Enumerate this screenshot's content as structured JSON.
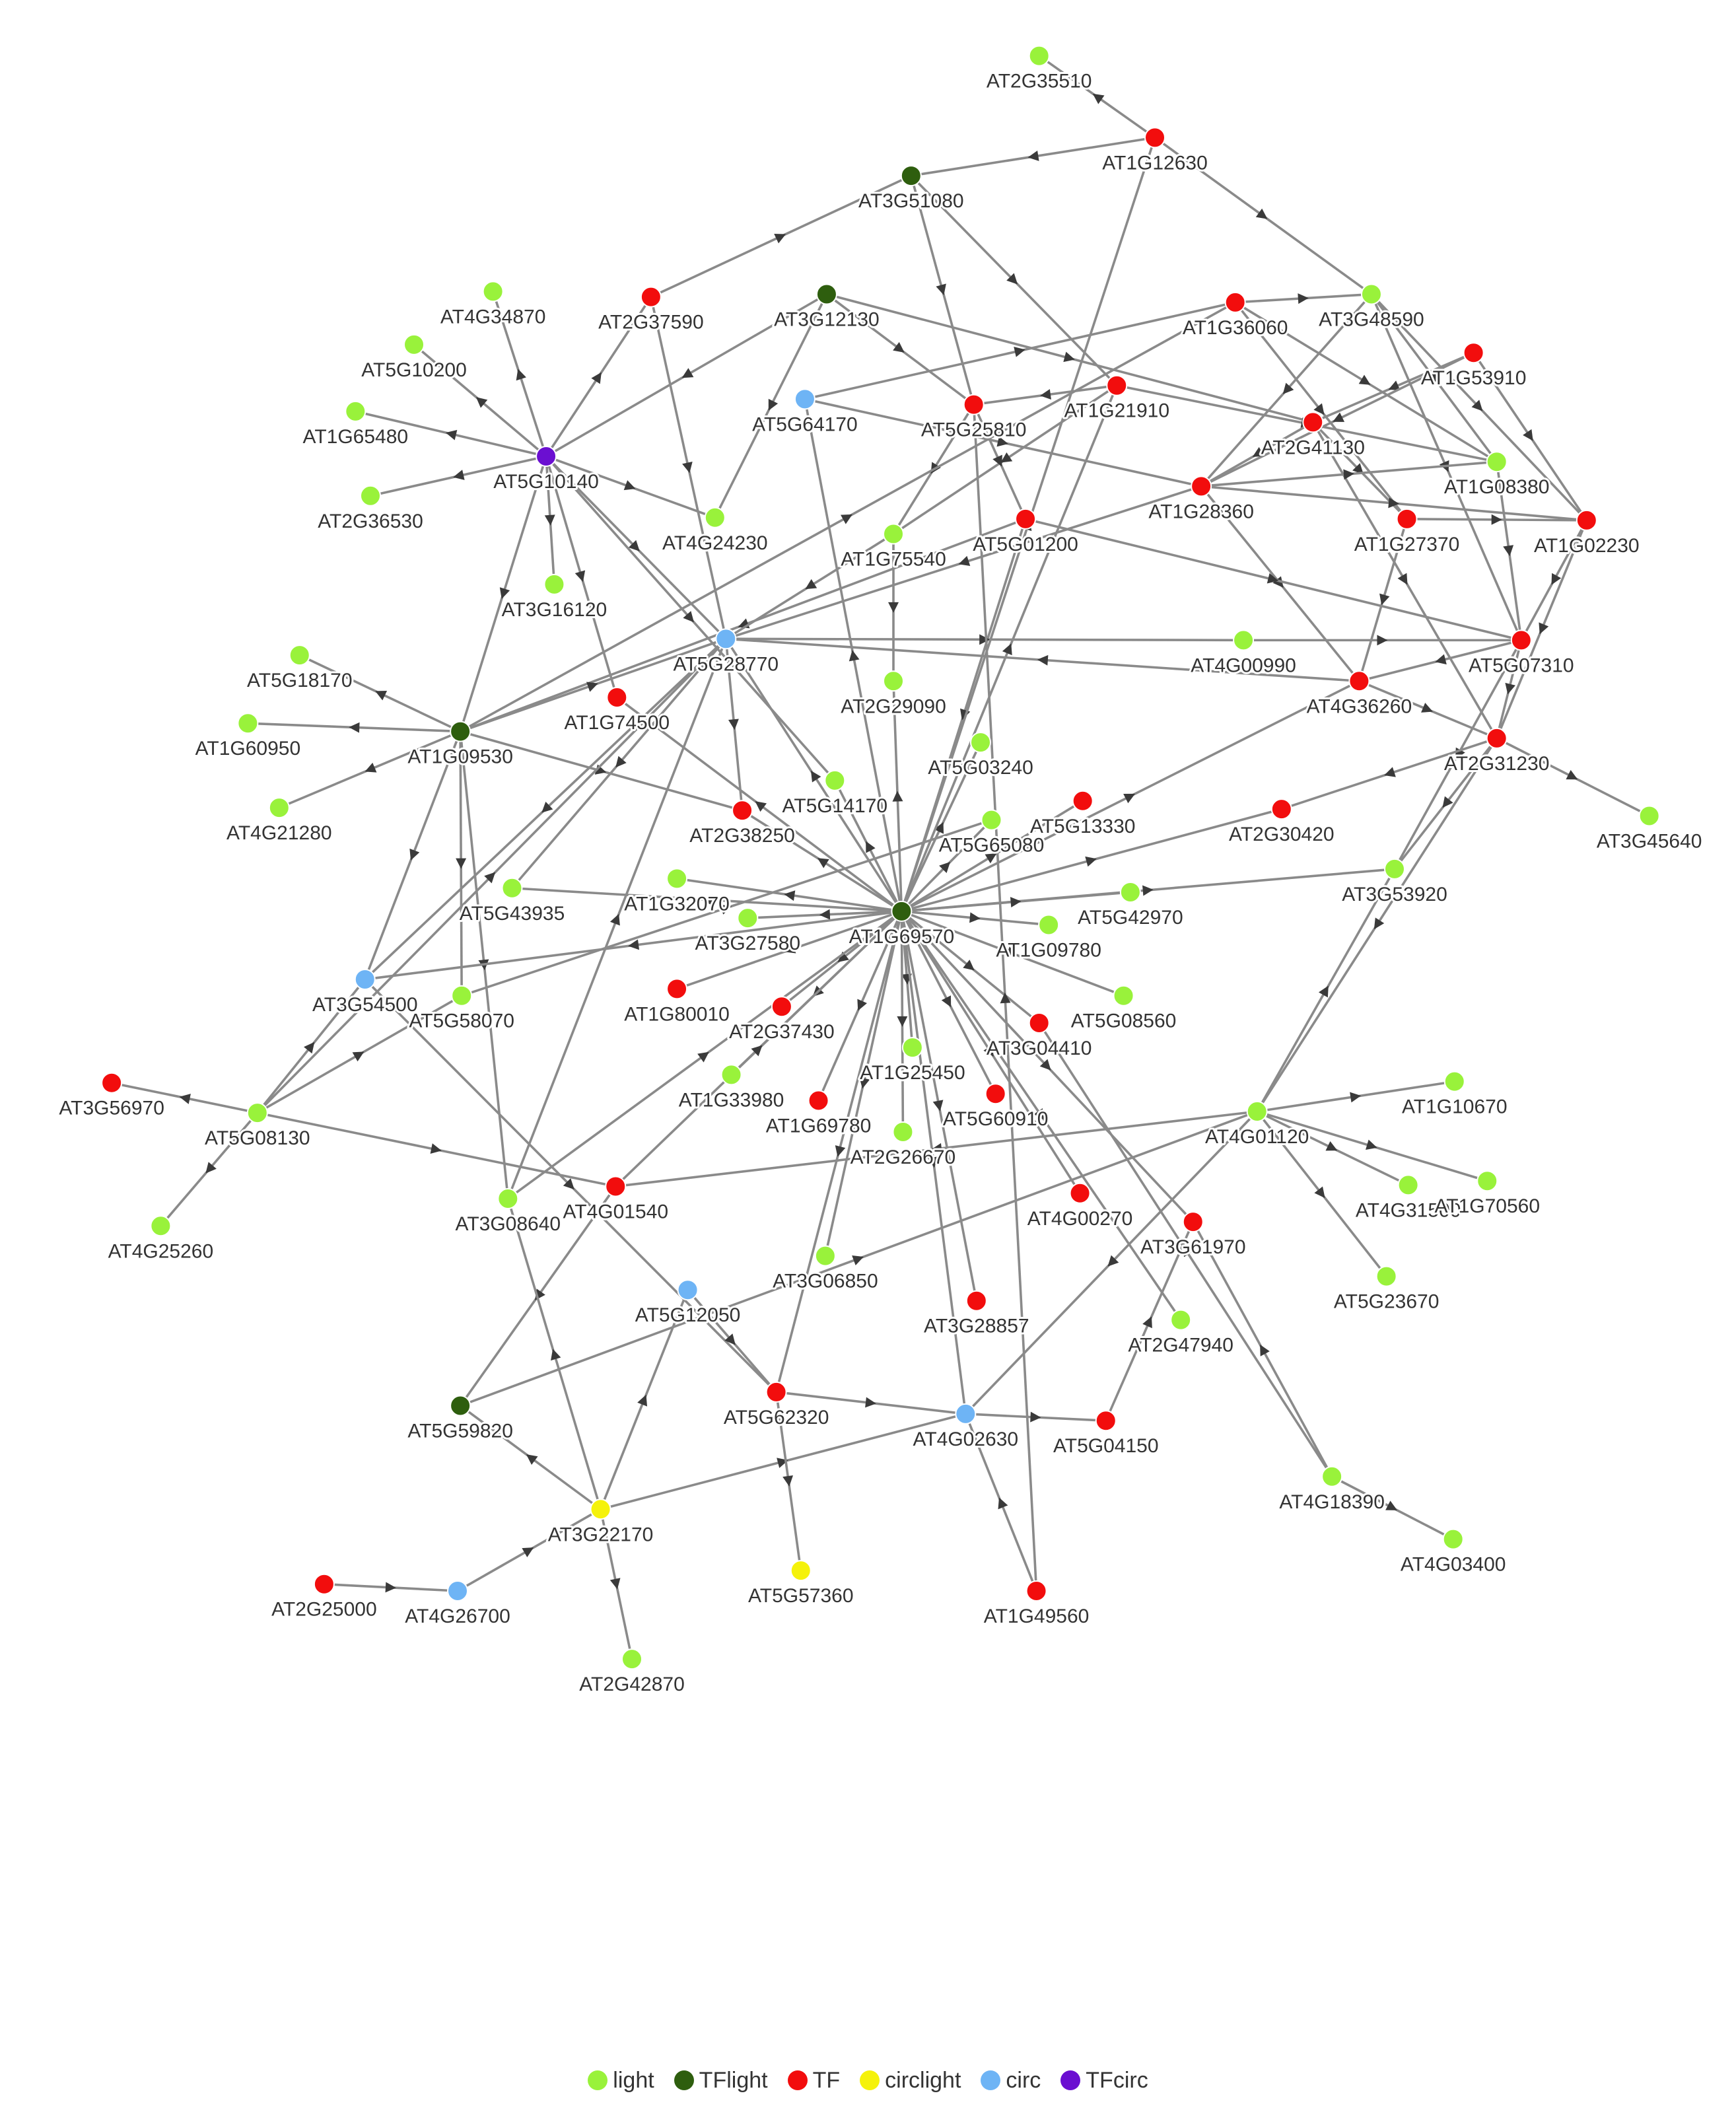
{
  "legend": [
    {
      "key": "light",
      "label": "light",
      "color": "#99f23b"
    },
    {
      "key": "TFlight",
      "label": "TFlight",
      "color": "#2e5e0e"
    },
    {
      "key": "TF",
      "label": "TF",
      "color": "#f20d0d"
    },
    {
      "key": "circlight",
      "label": "circlight",
      "color": "#f5f20a"
    },
    {
      "key": "circ",
      "label": "circ",
      "color": "#6eb4f5"
    },
    {
      "key": "TFcirc",
      "label": "TFcirc",
      "color": "#6b0fd1"
    }
  ],
  "nodes": [
    {
      "id": "AT2G35510",
      "type": "light"
    },
    {
      "id": "AT1G12630",
      "type": "TF"
    },
    {
      "id": "AT3G51080",
      "type": "TFlight"
    },
    {
      "id": "AT2G37590",
      "type": "TF"
    },
    {
      "id": "AT3G12130",
      "type": "TFlight"
    },
    {
      "id": "AT4G34870",
      "type": "light"
    },
    {
      "id": "AT5G10200",
      "type": "light"
    },
    {
      "id": "AT1G65480",
      "type": "light"
    },
    {
      "id": "AT2G36530",
      "type": "light"
    },
    {
      "id": "AT5G10140",
      "type": "TFcirc"
    },
    {
      "id": "AT5G64170",
      "type": "circ"
    },
    {
      "id": "AT1G36060",
      "type": "TF"
    },
    {
      "id": "AT3G48590",
      "type": "light"
    },
    {
      "id": "AT1G53910",
      "type": "TF"
    },
    {
      "id": "AT1G21910",
      "type": "TF"
    },
    {
      "id": "AT5G25810",
      "type": "TF"
    },
    {
      "id": "AT2G41130",
      "type": "TF"
    },
    {
      "id": "AT1G08380",
      "type": "light"
    },
    {
      "id": "AT1G28360",
      "type": "TF"
    },
    {
      "id": "AT1G27370",
      "type": "TF"
    },
    {
      "id": "AT1G02230",
      "type": "TF"
    },
    {
      "id": "AT4G24230",
      "type": "light"
    },
    {
      "id": "AT1G75540",
      "type": "light"
    },
    {
      "id": "AT5G01200",
      "type": "TF"
    },
    {
      "id": "AT3G16120",
      "type": "light"
    },
    {
      "id": "AT5G28770",
      "type": "circ"
    },
    {
      "id": "AT4G00990",
      "type": "light"
    },
    {
      "id": "AT5G07310",
      "type": "TF"
    },
    {
      "id": "AT5G18170",
      "type": "light"
    },
    {
      "id": "AT1G74500",
      "type": "TF"
    },
    {
      "id": "AT2G29090",
      "type": "light"
    },
    {
      "id": "AT4G36260",
      "type": "TF"
    },
    {
      "id": "AT1G60950",
      "type": "light"
    },
    {
      "id": "AT1G09530",
      "type": "TFlight"
    },
    {
      "id": "AT5G03240",
      "type": "light"
    },
    {
      "id": "AT2G31230",
      "type": "TF"
    },
    {
      "id": "AT4G21280",
      "type": "light"
    },
    {
      "id": "AT5G14170",
      "type": "light"
    },
    {
      "id": "AT2G38250",
      "type": "TF"
    },
    {
      "id": "AT5G13330",
      "type": "TF"
    },
    {
      "id": "AT2G30420",
      "type": "TF"
    },
    {
      "id": "AT3G45640",
      "type": "light"
    },
    {
      "id": "AT5G65080",
      "type": "light"
    },
    {
      "id": "AT5G43935",
      "type": "light"
    },
    {
      "id": "AT1G32070",
      "type": "light"
    },
    {
      "id": "AT3G53920",
      "type": "light"
    },
    {
      "id": "AT5G42970",
      "type": "light"
    },
    {
      "id": "AT1G69570",
      "type": "TFlight"
    },
    {
      "id": "AT3G27580",
      "type": "light"
    },
    {
      "id": "AT1G09780",
      "type": "light"
    },
    {
      "id": "AT3G54500",
      "type": "circ"
    },
    {
      "id": "AT5G58070",
      "type": "light"
    },
    {
      "id": "AT1G80010",
      "type": "TF"
    },
    {
      "id": "AT2G37430",
      "type": "TF"
    },
    {
      "id": "AT5G08560",
      "type": "light"
    },
    {
      "id": "AT3G04410",
      "type": "TF"
    },
    {
      "id": "AT1G25450",
      "type": "light"
    },
    {
      "id": "AT3G56970",
      "type": "TF"
    },
    {
      "id": "AT1G33980",
      "type": "light"
    },
    {
      "id": "AT5G60910",
      "type": "TF"
    },
    {
      "id": "AT1G10670",
      "type": "light"
    },
    {
      "id": "AT5G08130",
      "type": "light"
    },
    {
      "id": "AT1G69780",
      "type": "TF"
    },
    {
      "id": "AT4G01120",
      "type": "light"
    },
    {
      "id": "AT2G26670",
      "type": "light"
    },
    {
      "id": "AT4G31500",
      "type": "light"
    },
    {
      "id": "AT1G70560",
      "type": "light"
    },
    {
      "id": "AT3G08640",
      "type": "light"
    },
    {
      "id": "AT4G01540",
      "type": "TF"
    },
    {
      "id": "AT4G00270",
      "type": "TF"
    },
    {
      "id": "AT4G25260",
      "type": "light"
    },
    {
      "id": "AT3G61970",
      "type": "TF"
    },
    {
      "id": "AT3G06850",
      "type": "light"
    },
    {
      "id": "AT5G23670",
      "type": "light"
    },
    {
      "id": "AT5G12050",
      "type": "circ"
    },
    {
      "id": "AT3G28857",
      "type": "TF"
    },
    {
      "id": "AT2G47940",
      "type": "light"
    },
    {
      "id": "AT5G59820",
      "type": "TFlight"
    },
    {
      "id": "AT5G62320",
      "type": "TF"
    },
    {
      "id": "AT4G02630",
      "type": "circ"
    },
    {
      "id": "AT5G04150",
      "type": "TF"
    },
    {
      "id": "AT4G18390",
      "type": "light"
    },
    {
      "id": "AT3G22170",
      "type": "circlight"
    },
    {
      "id": "AT4G03400",
      "type": "light"
    },
    {
      "id": "AT2G25000",
      "type": "TF"
    },
    {
      "id": "AT4G26700",
      "type": "circ"
    },
    {
      "id": "AT5G57360",
      "type": "circlight"
    },
    {
      "id": "AT1G49560",
      "type": "TF"
    },
    {
      "id": "AT2G42870",
      "type": "light"
    }
  ],
  "edges": [
    [
      "AT1G12630",
      "AT2G35510"
    ],
    [
      "AT1G12630",
      "AT3G51080"
    ],
    [
      "AT1G12630",
      "AT3G48590"
    ],
    [
      "AT2G37590",
      "AT3G51080"
    ],
    [
      "AT3G51080",
      "AT5G25810"
    ],
    [
      "AT3G51080",
      "AT1G21910"
    ],
    [
      "AT5G10140",
      "AT4G34870"
    ],
    [
      "AT5G10140",
      "AT5G10200"
    ],
    [
      "AT5G10140",
      "AT1G65480"
    ],
    [
      "AT5G10140",
      "AT2G36530"
    ],
    [
      "AT5G10140",
      "AT2G37590"
    ],
    [
      "AT5G10140",
      "AT3G16120"
    ],
    [
      "AT5G10140",
      "AT1G74500"
    ],
    [
      "AT5G10140",
      "AT1G09530"
    ],
    [
      "AT5G10140",
      "AT5G28770"
    ],
    [
      "AT5G10140",
      "AT4G24230"
    ],
    [
      "AT5G10140",
      "AT5G14170"
    ],
    [
      "AT3G12130",
      "AT5G10140"
    ],
    [
      "AT3G12130",
      "AT5G25810"
    ],
    [
      "AT3G12130",
      "AT2G41130"
    ],
    [
      "AT3G12130",
      "AT4G24230"
    ],
    [
      "AT2G37590",
      "AT5G28770"
    ],
    [
      "AT5G64170",
      "AT1G36060"
    ],
    [
      "AT5G64170",
      "AT1G28360"
    ],
    [
      "AT1G36060",
      "AT3G48590"
    ],
    [
      "AT1G36060",
      "AT1G27370"
    ],
    [
      "AT1G36060",
      "AT1G08380"
    ],
    [
      "AT3G48590",
      "AT1G28360"
    ],
    [
      "AT3G48590",
      "AT1G08380"
    ],
    [
      "AT3G48590",
      "AT1G02230"
    ],
    [
      "AT3G48590",
      "AT5G07310"
    ],
    [
      "AT1G53910",
      "AT1G02230"
    ],
    [
      "AT1G53910",
      "AT2G41130"
    ],
    [
      "AT1G53910",
      "AT1G28360"
    ],
    [
      "AT1G21910",
      "AT5G25810"
    ],
    [
      "AT1G21910",
      "AT1G08380"
    ],
    [
      "AT1G21910",
      "AT1G75540"
    ],
    [
      "AT5G25810",
      "AT1G75540"
    ],
    [
      "AT5G25810",
      "AT5G01200"
    ],
    [
      "AT2G41130",
      "AT1G28360"
    ],
    [
      "AT2G41130",
      "AT1G27370"
    ],
    [
      "AT2G41130",
      "AT2G31230"
    ],
    [
      "AT1G28360",
      "AT1G08380"
    ],
    [
      "AT1G28360",
      "AT1G02230"
    ],
    [
      "AT1G28360",
      "AT4G36260"
    ],
    [
      "AT1G28360",
      "AT5G28770"
    ],
    [
      "AT1G27370",
      "AT1G02230"
    ],
    [
      "AT1G27370",
      "AT4G36260"
    ],
    [
      "AT1G08380",
      "AT5G07310"
    ],
    [
      "AT1G02230",
      "AT5G07310"
    ],
    [
      "AT1G02230",
      "AT2G31230"
    ],
    [
      "AT5G01200",
      "AT5G07310"
    ],
    [
      "AT5G01200",
      "AT1G09530"
    ],
    [
      "AT5G01200",
      "AT1G69570"
    ],
    [
      "AT1G75540",
      "AT5G28770"
    ],
    [
      "AT1G75540",
      "AT2G29090"
    ],
    [
      "AT5G28770",
      "AT4G00990"
    ],
    [
      "AT5G28770",
      "AT2G38250"
    ],
    [
      "AT5G28770",
      "AT5G43935"
    ],
    [
      "AT5G28770",
      "AT3G54500"
    ],
    [
      "AT4G00990",
      "AT5G07310"
    ],
    [
      "AT5G07310",
      "AT4G36260"
    ],
    [
      "AT5G07310",
      "AT3G53920"
    ],
    [
      "AT5G07310",
      "AT2G31230"
    ],
    [
      "AT4G36260",
      "AT2G31230"
    ],
    [
      "AT4G36260",
      "AT5G28770"
    ],
    [
      "AT2G31230",
      "AT3G45640"
    ],
    [
      "AT2G31230",
      "AT3G53920"
    ],
    [
      "AT2G31230",
      "AT2G30420"
    ],
    [
      "AT2G31230",
      "AT4G01120"
    ],
    [
      "AT1G09530",
      "AT5G18170"
    ],
    [
      "AT1G09530",
      "AT1G60950"
    ],
    [
      "AT1G09530",
      "AT4G21280"
    ],
    [
      "AT1G09530",
      "AT3G54500"
    ],
    [
      "AT1G09530",
      "AT5G58070"
    ],
    [
      "AT1G09530",
      "AT3G08640"
    ],
    [
      "AT1G09530",
      "AT2G38250"
    ],
    [
      "AT1G09530",
      "AT1G36060"
    ],
    [
      "AT1G09530",
      "AT5G28770"
    ],
    [
      "AT1G69570",
      "AT5G28770"
    ],
    [
      "AT1G69570",
      "AT2G29090"
    ],
    [
      "AT1G69570",
      "AT5G03240"
    ],
    [
      "AT1G69570",
      "AT1G21910"
    ],
    [
      "AT1G69570",
      "AT5G14170"
    ],
    [
      "AT1G69570",
      "AT2G38250"
    ],
    [
      "AT1G69570",
      "AT5G13330"
    ],
    [
      "AT1G69570",
      "AT2G30420"
    ],
    [
      "AT1G69570",
      "AT5G65080"
    ],
    [
      "AT1G69570",
      "AT1G32070"
    ],
    [
      "AT1G69570",
      "AT3G53920"
    ],
    [
      "AT1G69570",
      "AT5G42970"
    ],
    [
      "AT1G69570",
      "AT3G27580"
    ],
    [
      "AT1G69570",
      "AT1G09780"
    ],
    [
      "AT1G69570",
      "AT1G80010"
    ],
    [
      "AT1G69570",
      "AT2G37430"
    ],
    [
      "AT1G69570",
      "AT5G08560"
    ],
    [
      "AT1G69570",
      "AT3G04410"
    ],
    [
      "AT1G69570",
      "AT1G25450"
    ],
    [
      "AT1G69570",
      "AT1G33980"
    ],
    [
      "AT1G69570",
      "AT5G60910"
    ],
    [
      "AT1G69570",
      "AT1G69780"
    ],
    [
      "AT1G69570",
      "AT2G26670"
    ],
    [
      "AT1G69570",
      "AT4G00270"
    ],
    [
      "AT1G69570",
      "AT3G06850"
    ],
    [
      "AT1G69570",
      "AT3G28857"
    ],
    [
      "AT1G69570",
      "AT5G62320"
    ],
    [
      "AT1G69570",
      "AT4G02630"
    ],
    [
      "AT1G69570",
      "AT3G61970"
    ],
    [
      "AT1G69570",
      "AT2G47940"
    ],
    [
      "AT1G69570",
      "AT4G36260"
    ],
    [
      "AT1G69570",
      "AT5G43935"
    ],
    [
      "AT1G69570",
      "AT3G54500"
    ],
    [
      "AT1G69570",
      "AT1G74500"
    ],
    [
      "AT1G69570",
      "AT5G64170"
    ],
    [
      "AT1G69570",
      "AT1G12630"
    ],
    [
      "AT3G54500",
      "AT5G62320"
    ],
    [
      "AT5G58070",
      "AT5G65080"
    ],
    [
      "AT5G08130",
      "AT3G56970"
    ],
    [
      "AT5G08130",
      "AT4G25260"
    ],
    [
      "AT5G08130",
      "AT3G54500"
    ],
    [
      "AT5G08130",
      "AT5G58070"
    ],
    [
      "AT5G08130",
      "AT4G01540"
    ],
    [
      "AT5G08130",
      "AT5G28770"
    ],
    [
      "AT4G01120",
      "AT1G10670"
    ],
    [
      "AT4G01120",
      "AT4G31500"
    ],
    [
      "AT4G01120",
      "AT1G70560"
    ],
    [
      "AT4G01120",
      "AT5G23670"
    ],
    [
      "AT4G01120",
      "AT4G02630"
    ],
    [
      "AT4G01120",
      "AT4G01540"
    ],
    [
      "AT4G01120",
      "AT3G53920"
    ],
    [
      "AT4G01540",
      "AT1G69570"
    ],
    [
      "AT4G01540",
      "AT5G59820"
    ],
    [
      "AT3G22170",
      "AT5G59820"
    ],
    [
      "AT3G22170",
      "AT3G08640"
    ],
    [
      "AT3G22170",
      "AT5G12050"
    ],
    [
      "AT3G22170",
      "AT2G42870"
    ],
    [
      "AT3G22170",
      "AT4G02630"
    ],
    [
      "AT2G25000",
      "AT4G26700"
    ],
    [
      "AT4G26700",
      "AT3G22170"
    ],
    [
      "AT5G12050",
      "AT5G62320"
    ],
    [
      "AT5G62320",
      "AT4G02630"
    ],
    [
      "AT5G62320",
      "AT5G57360"
    ],
    [
      "AT4G02630",
      "AT5G04150"
    ],
    [
      "AT5G04150",
      "AT3G61970"
    ],
    [
      "AT4G18390",
      "AT4G03400"
    ],
    [
      "AT4G18390",
      "AT3G61970"
    ],
    [
      "AT4G18390",
      "AT3G04410"
    ],
    [
      "AT1G49560",
      "AT4G02630"
    ],
    [
      "AT1G49560",
      "AT5G25810"
    ],
    [
      "AT5G59820",
      "AT4G01120"
    ],
    [
      "AT3G08640",
      "AT5G28770"
    ],
    [
      "AT3G08640",
      "AT1G69570"
    ]
  ]
}
